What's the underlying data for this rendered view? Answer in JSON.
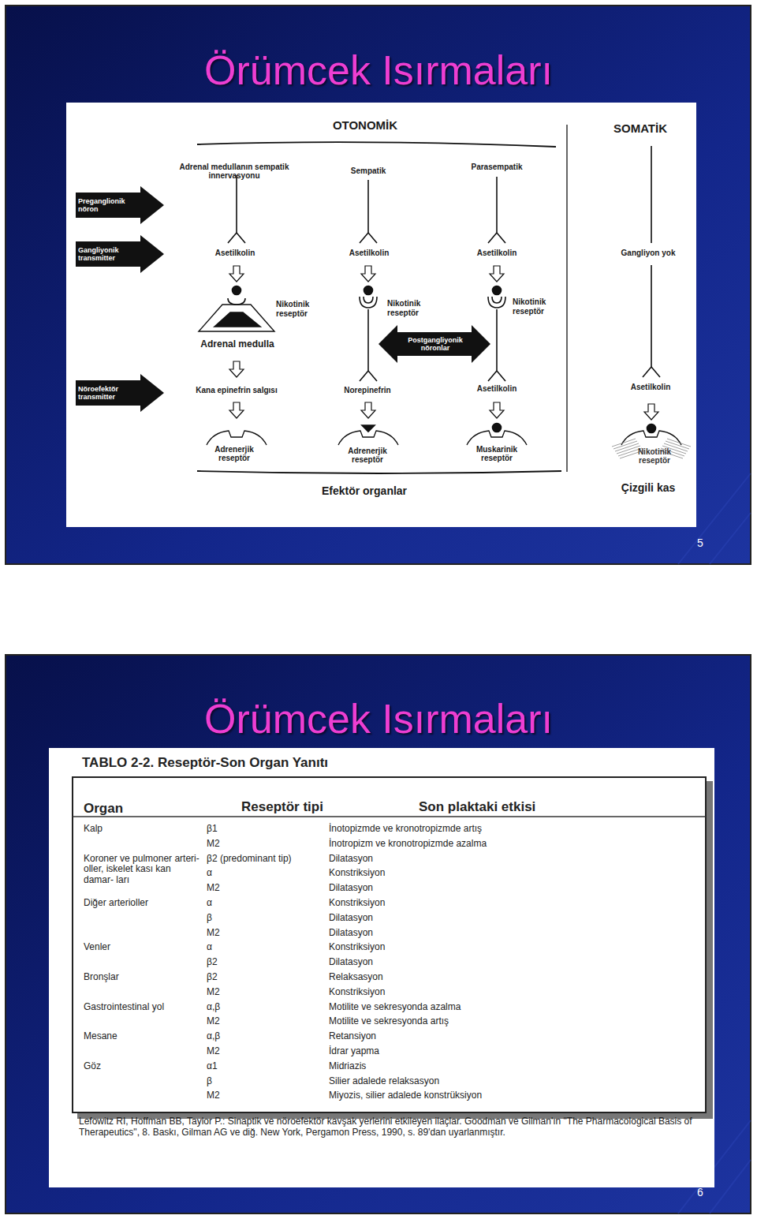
{
  "diagram": {
    "title": "Örümcek Isırmaları",
    "nodes": [
      {
        "text": [
          "Preganglionik nöron"
        ]
      },
      {
        "text": [
          "Gangliyonik transmitter"
        ]
      },
      {
        "text": [
          "Nöroefektör transmitter"
        ]
      },
      {
        "text": [
          "Postgangliyonik nöronlar"
        ]
      }
    ],
    "labels": [
      "Örümcek Isırmaları",
      "OTONOMİK",
      "SOMATİK",
      "Adrenal medullanın sempatik innervasyonu",
      "Sempatik",
      "Parasempatik",
      "Asetilkolin",
      "Asetilkolin",
      "Asetilkolin",
      "Gangliyon yok",
      "Nikotinik reseptör",
      "Nikotinik reseptör",
      "Nikotinik reseptör",
      "Adrenal medulla",
      "Kana epinefrin salgısı",
      "Norepinefrin",
      "Asetilkolin",
      "Asetilkolin",
      "Adrenerjik reseptör",
      "Adrenerjik reseptör",
      "Muskarinik reseptör",
      "Nikotinik reseptör",
      "Efektör organlar",
      "Çizgili kas",
      "5",
      "6",
      "TABLO 2-2. Reseptör-Son Organ Yanıtı",
      "Organ",
      "Reseptör tipi",
      "Son plaktaki etkisi",
      "Kalp",
      "β1",
      "İnotopizmde ve kronotropizmde artış",
      "M2",
      "İnotropizm ve kronotropizmde azalma",
      "Koroner ve pulmoner arteri- oller, iskelet kası kan damar- ları",
      "β2 (predominant tip)",
      "Dilatasyon",
      "α",
      "Konstriksiyon",
      "M2",
      "Dilatasyon",
      "Diğer arterioller",
      "α",
      "Konstriksiyon",
      "β",
      "Dilatasyon",
      "M2",
      "Dilatasyon",
      "Venler",
      "α",
      "Konstriksiyon",
      "β2",
      "Dilatasyon",
      "Bronşlar",
      "β2",
      "Relaksasyon",
      "M2",
      "Konstriksiyon",
      "Gastrointestinal yol",
      "α,β",
      "Motilite ve sekresyonda azalma",
      "M2",
      "Motilite ve sekresyonda artış",
      "Mesane",
      "α,β",
      "Retansiyon",
      "M2",
      "İdrar yapma",
      "Göz",
      "α1",
      "Midriazis",
      "β",
      "Silier adalede relaksasyon",
      "M2",
      "Miyozis, silier adalede konstrüksiyon",
      "Lefowitz RI, Hoffman BB, Taylor P.: Sinaptik ve nöroefektör kavşak yerlerini etkileyen ilaçlar. Goodman ve Gilman'ın \"The Pharmacological Basis of Therapeutics\", 8. Baskı, Gilman AG ve diğ. New York, Pergamon Press, 1990, s. 89'dan uyarlanmıştır."
    ]
  }
}
